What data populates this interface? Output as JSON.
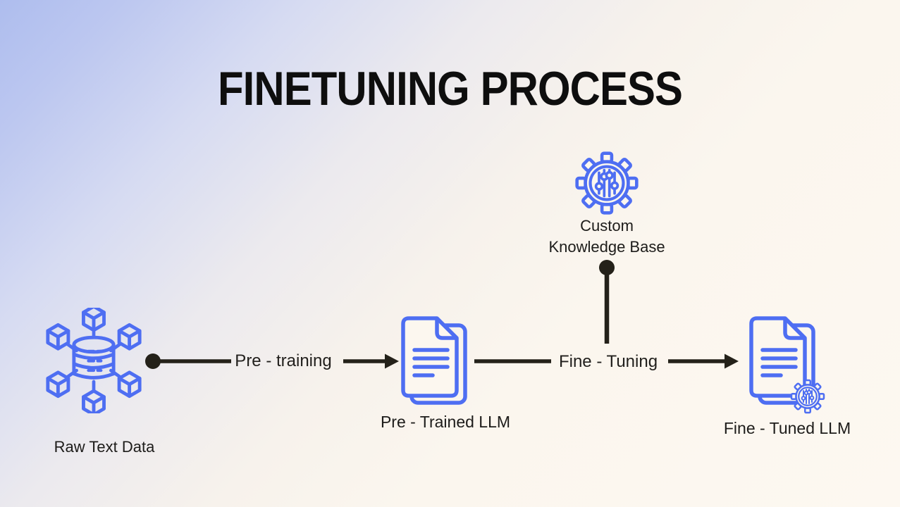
{
  "title": "FINETUNING PROCESS",
  "colors": {
    "background_top_left": "#aebdee",
    "background_main": "#fdf8f1",
    "icon_blue": "#4e6ef2",
    "connector_dark": "#242119",
    "text_dark": "#1d1c1a"
  },
  "nodes": {
    "raw_text_data": {
      "label": "Raw Text Data",
      "icon": "database-network-icon"
    },
    "pre_trained_llm": {
      "label": "Pre - Trained LLM",
      "icon": "stacked-documents-icon"
    },
    "custom_knowledge_base": {
      "label_line1": "Custom",
      "label_line2": "Knowledge Base",
      "icon": "gear-sliders-icon"
    },
    "fine_tuned_llm": {
      "label": "Fine - Tuned LLM",
      "icon": "stacked-documents-gear-icon"
    }
  },
  "edges": {
    "pre_training": {
      "label": "Pre - training"
    },
    "fine_tuning": {
      "label": "Fine - Tuning"
    }
  }
}
